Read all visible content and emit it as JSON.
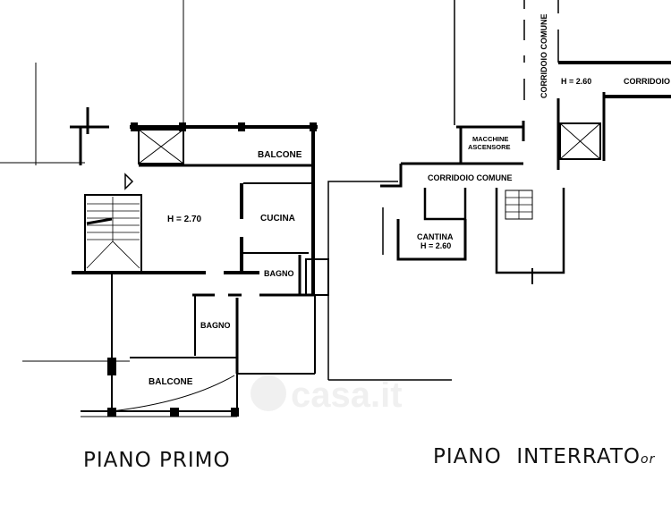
{
  "plan_primo": {
    "title": "PIANO  PRIMO",
    "height": "H = 2.70",
    "rooms": [
      "BALCONE",
      "CUCINA",
      "BAGNO",
      "BAGNO",
      "BALCONE"
    ]
  },
  "plan_interrato": {
    "title": "PIANO  INTERRATO",
    "title_suffix": "or",
    "labels": {
      "corridoio_vert": "CORRIDOIO  COMUNE",
      "height_corr": "H = 2.60",
      "corridoio_right": "CORRIDOIO",
      "macchine_1": "MACCHINE",
      "macchine_2": "ASCENSORE",
      "corridoio_comune": "CORRIDOIO  COMUNE",
      "cantina": "CANTINA",
      "cantina_h": "H = 2.60"
    }
  },
  "watermark": "casa.it"
}
